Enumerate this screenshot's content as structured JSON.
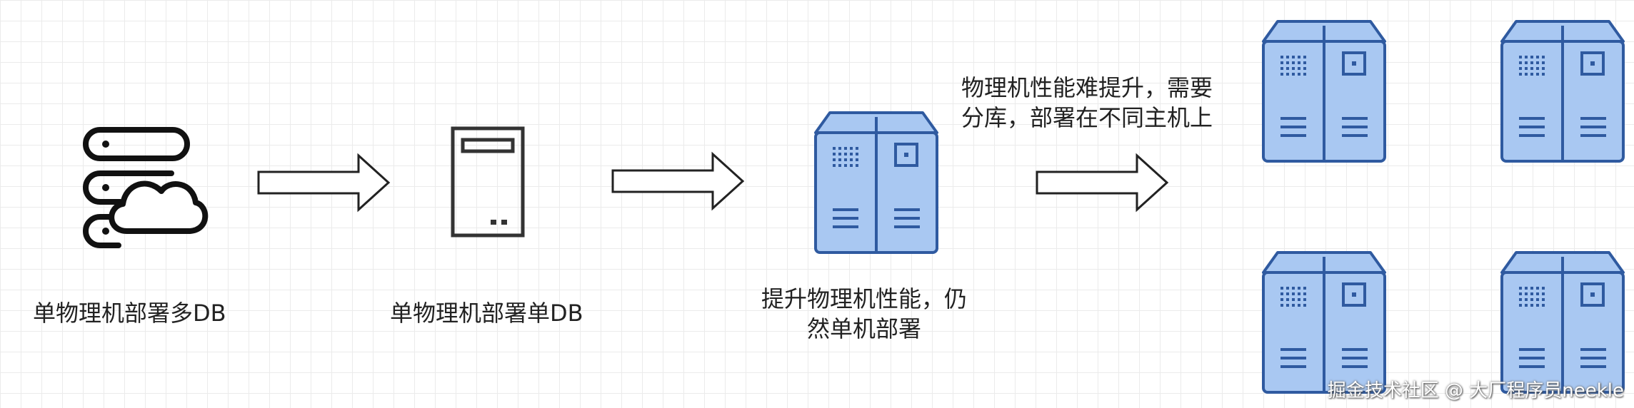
{
  "labels": {
    "step1": "单物理机部署多DB",
    "step2": "单物理机部署单DB",
    "step3_line1": "提升物理机性能，仍",
    "step3_line2": "然单机部署",
    "step4_line1": "物理机性能难提升，需要",
    "step4_line2": "分库，部署在不同主机上"
  },
  "watermark": "掘金技术社区 @ 大厂程序员neekle",
  "colors": {
    "server_fill": "#a9c8f2",
    "server_stroke": "#2f5aa0",
    "outline": "#222222"
  }
}
